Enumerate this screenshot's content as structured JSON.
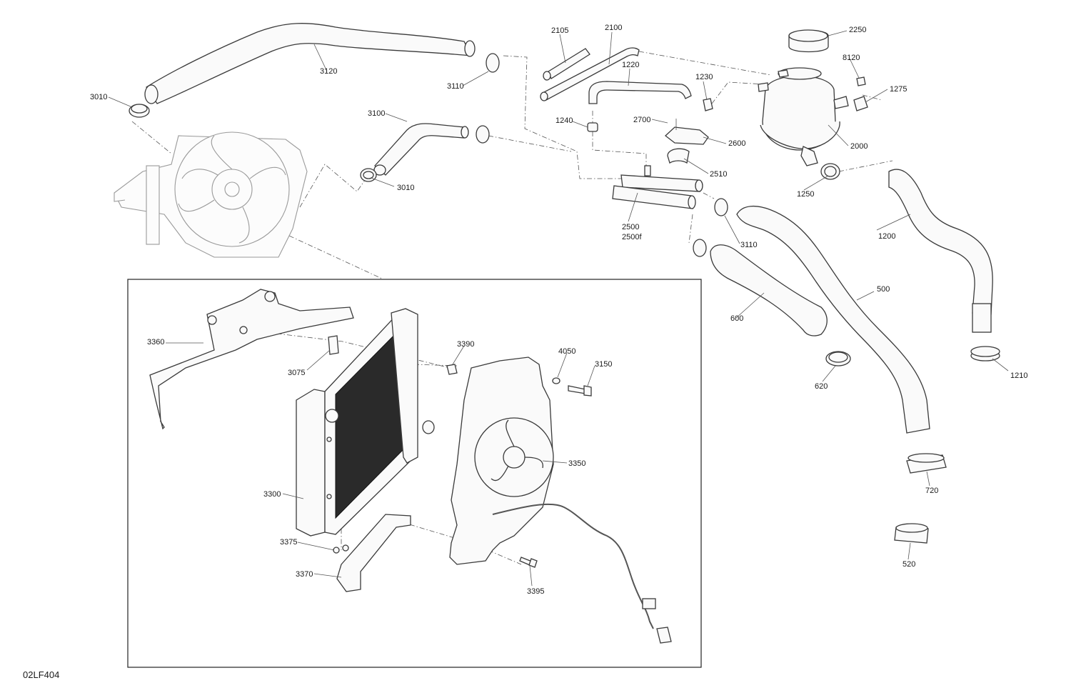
{
  "diagram_code": "02LF404",
  "callouts": {
    "c3010a": "3010",
    "c3120": "3120",
    "c3110a": "3110",
    "c3100": "3100",
    "c3010b": "3010",
    "c2105": "2105",
    "c2100": "2100",
    "c1220": "1220",
    "c1230": "1230",
    "c1240": "1240",
    "c2700": "2700",
    "c2600": "2600",
    "c2510": "2510",
    "c2500": "2500",
    "c2500f": "2500f",
    "c3110b": "3110",
    "c2250": "2250",
    "c8120": "8120",
    "c1275": "1275",
    "c2000": "2000",
    "c1250": "1250",
    "c1200": "1200",
    "c500": "500",
    "c600": "600",
    "c620": "620",
    "c1210": "1210",
    "c720": "720",
    "c520": "520",
    "c3360": "3360",
    "c3075": "3075",
    "c3390": "3390",
    "c4050": "4050",
    "c3150": "3150",
    "c3350": "3350",
    "c3300": "3300",
    "c3375": "3375",
    "c3370": "3370",
    "c3395": "3395"
  }
}
